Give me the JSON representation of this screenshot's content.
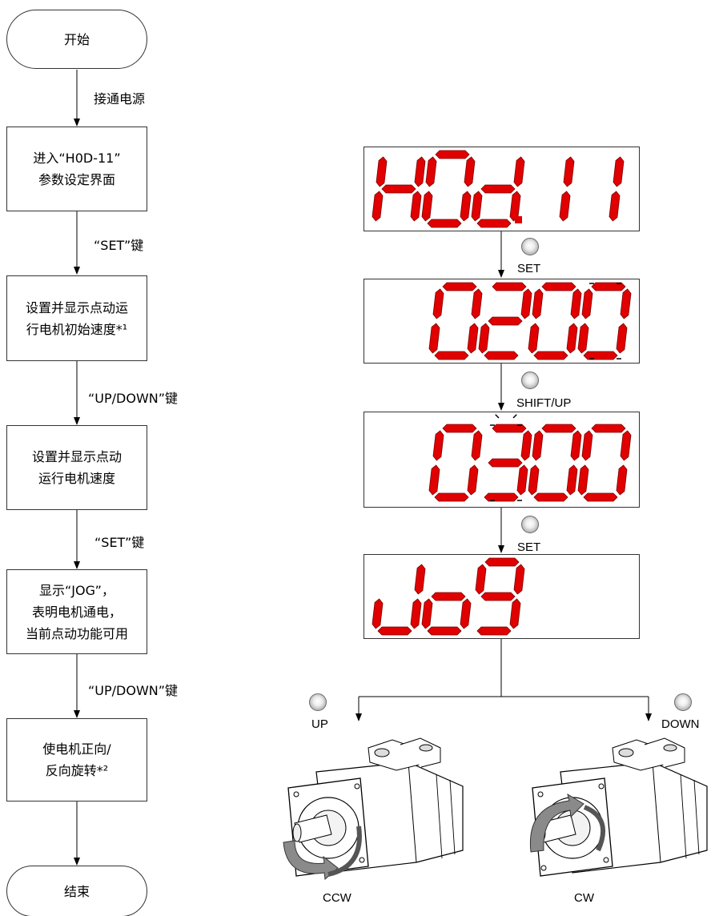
{
  "flowchart": {
    "start": "开始",
    "end": "结束",
    "steps": [
      {
        "lines": [
          "进入“H0D-11”",
          "参数设定界面"
        ]
      },
      {
        "lines": [
          "设置并显示点动运",
          "行电机初始速度*¹"
        ]
      },
      {
        "lines": [
          "设置并显示点动",
          "运行电机速度"
        ]
      },
      {
        "lines": [
          "显示“JOG”，",
          "表明电机通电，",
          "当前点动功能可用"
        ]
      },
      {
        "lines": [
          "使电机正向/",
          "反向旋转*²"
        ]
      }
    ],
    "transitions": [
      "接通电源",
      "“SET”键",
      "“UP/DOWN”键",
      "“SET”键",
      "“UP/DOWN”键"
    ]
  },
  "panel": {
    "displays": [
      "H0d.11",
      "0200",
      "0300",
      "Jog"
    ],
    "segment_color": "#e00000",
    "keys": [
      "SET",
      "SHIFT/UP",
      "SET"
    ],
    "branch_keys": [
      "UP",
      "DOWN"
    ],
    "rotations": [
      "CCW",
      "CW"
    ]
  }
}
